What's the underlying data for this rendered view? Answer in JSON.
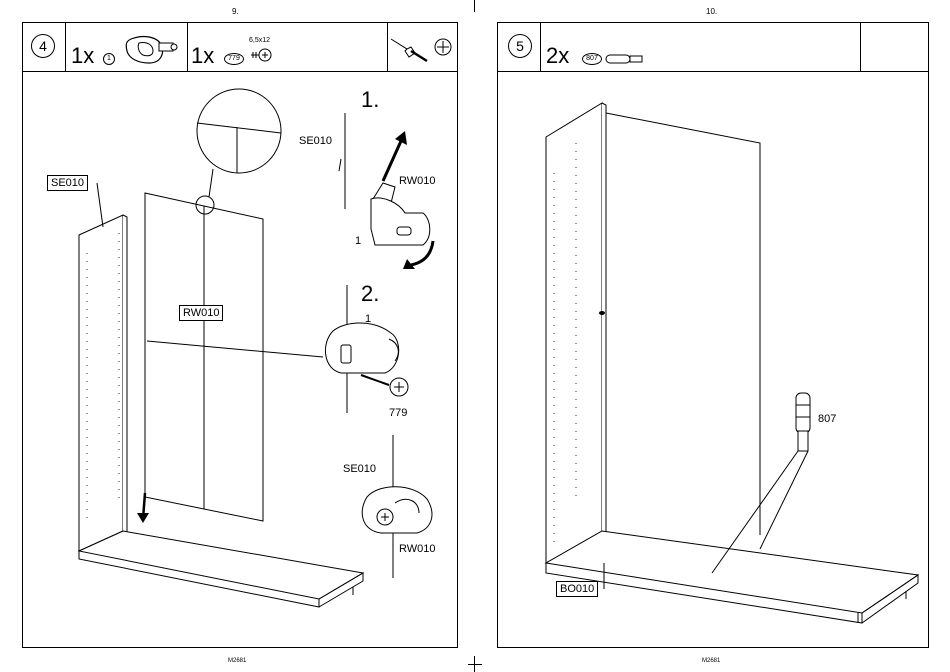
{
  "left_page": {
    "page_number": "9.",
    "step": "4",
    "parts": [
      {
        "qty": "1x",
        "part_id": "1"
      },
      {
        "qty": "1x",
        "part_id": "779",
        "size": "6,5x12"
      }
    ],
    "tools_icons": [
      "screwdriver-icon",
      "phillips-bit-icon"
    ],
    "labels": {
      "se010_panel": "SE010",
      "rw010_panel": "RW010",
      "step1": "1.",
      "step2": "2.",
      "se010_detail": "SE010",
      "rw010_detail": "RW010",
      "part1_a": "1",
      "part1_b": "1",
      "screw_779": "779",
      "se010_final": "SE010",
      "rw010_final": "RW010"
    },
    "footer": "M2681"
  },
  "right_page": {
    "page_number": "10.",
    "step": "5",
    "parts": [
      {
        "qty": "2x",
        "part_id": "807"
      }
    ],
    "labels": {
      "dowel_807": "807",
      "bo010": "BO010"
    },
    "footer": "M2681"
  }
}
